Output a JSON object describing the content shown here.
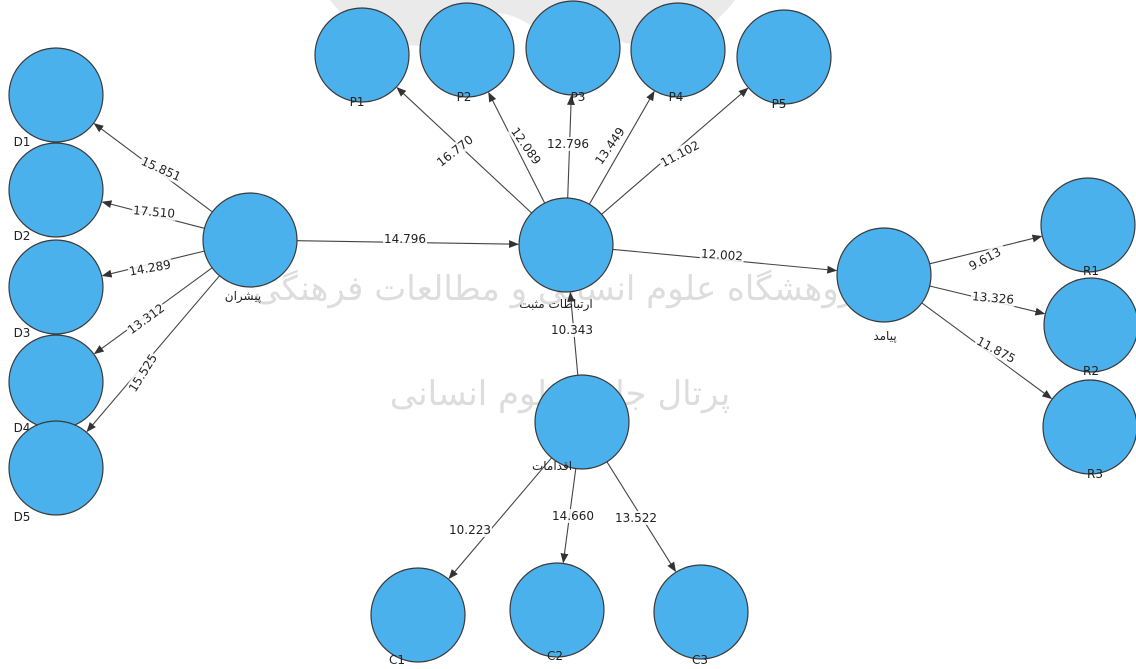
{
  "nodes": [
    {
      "id": "P1",
      "label": "P1"
    },
    {
      "id": "P2",
      "label": "P2"
    },
    {
      "id": "P3",
      "label": "P3"
    },
    {
      "id": "P4",
      "label": "P4"
    },
    {
      "id": "P5",
      "label": "P5"
    },
    {
      "id": "D1",
      "label": "D1"
    },
    {
      "id": "D2",
      "label": "D2"
    },
    {
      "id": "D3",
      "label": "D3"
    },
    {
      "id": "D4",
      "label": "D4"
    },
    {
      "id": "D5",
      "label": "D5"
    },
    {
      "id": "ANT",
      "label": "پیشران"
    },
    {
      "id": "REL",
      "label": "ارتباطات مثبت"
    },
    {
      "id": "OUT",
      "label": "پیامد"
    },
    {
      "id": "ACT",
      "label": "اقدامات"
    },
    {
      "id": "R1",
      "label": "R1"
    },
    {
      "id": "R2",
      "label": "R2"
    },
    {
      "id": "R3",
      "label": "R3"
    },
    {
      "id": "C1",
      "label": "C1"
    },
    {
      "id": "C2",
      "label": "C2"
    },
    {
      "id": "C3",
      "label": "C3"
    }
  ],
  "edges": [
    {
      "from": "REL",
      "to": "P1",
      "value": "16.770"
    },
    {
      "from": "REL",
      "to": "P2",
      "value": "12.089"
    },
    {
      "from": "REL",
      "to": "P3",
      "value": "12.796"
    },
    {
      "from": "REL",
      "to": "P4",
      "value": "13.449"
    },
    {
      "from": "REL",
      "to": "P5",
      "value": "11.102"
    },
    {
      "from": "ANT",
      "to": "D1",
      "value": "15.851"
    },
    {
      "from": "ANT",
      "to": "D2",
      "value": "17.510"
    },
    {
      "from": "ANT",
      "to": "D3",
      "value": "14.289"
    },
    {
      "from": "ANT",
      "to": "D4",
      "value": "13.312"
    },
    {
      "from": "ANT",
      "to": "D5",
      "value": "15.525"
    },
    {
      "from": "ANT",
      "to": "REL",
      "value": "14.796"
    },
    {
      "from": "REL",
      "to": "OUT",
      "value": "12.002"
    },
    {
      "from": "ACT",
      "to": "REL",
      "value": "10.343"
    },
    {
      "from": "OUT",
      "to": "R1",
      "value": "9.613"
    },
    {
      "from": "OUT",
      "to": "R2",
      "value": "13.326"
    },
    {
      "from": "OUT",
      "to": "R3",
      "value": "11.875"
    },
    {
      "from": "ACT",
      "to": "C1",
      "value": "10.223"
    },
    {
      "from": "ACT",
      "to": "C2",
      "value": "14.660"
    },
    {
      "from": "ACT",
      "to": "C3",
      "value": "13.522"
    }
  ],
  "watermark": {
    "line1": "پژوهشگاه علوم انسانی و مطالعات فرهنگی",
    "line2": "پرتال جامع علوم انسانی"
  },
  "colors": {
    "node_fill": "#4bb1ec",
    "edge": "#444444"
  }
}
